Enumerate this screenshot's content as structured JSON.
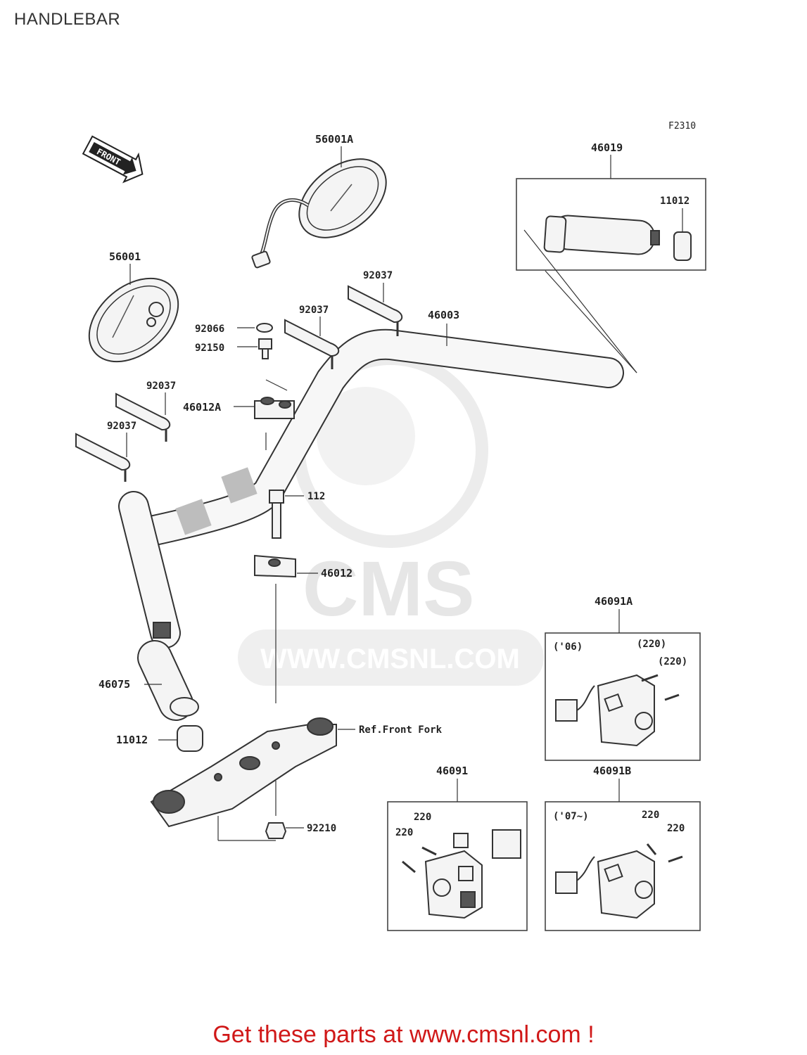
{
  "title": "HANDLEBAR",
  "figure_code": "F2310",
  "front_arrow": "FRONT",
  "watermark": {
    "logo_text": "CMS",
    "url_text": "WWW.CMSNL.COM"
  },
  "parts": {
    "mirror_right": "56001A",
    "mirror_left": "56001",
    "grip_assy": "46019",
    "grip_end_right": "11012",
    "handlebar": "46003",
    "cap_92066": "92066",
    "bolt_92150": "92150",
    "clamp_upper": "46012A",
    "clamp_lower": "46012",
    "bolt_112": "112",
    "clip_1": "92037",
    "clip_2": "92037",
    "clip_3": "92037",
    "clip_4": "92037",
    "grip_left": "46075",
    "grip_end_left": "11012",
    "nut_92210": "92210",
    "ref_front_fork": "Ref.Front Fork"
  },
  "switch_boxes": {
    "box_a": {
      "label": "46091A",
      "note": "('06)",
      "screw1": "(220)",
      "screw2": "(220)"
    },
    "box_main": {
      "label": "46091",
      "screw1": "220",
      "screw2": "220"
    },
    "box_b": {
      "label": "46091B",
      "note": "('07~)",
      "screw1": "220",
      "screw2": "220"
    }
  },
  "footer": "Get these parts at www.cmsnl.com !",
  "colors": {
    "footer": "#d01818",
    "line": "#333333",
    "watermark": "#e6e6e6"
  }
}
